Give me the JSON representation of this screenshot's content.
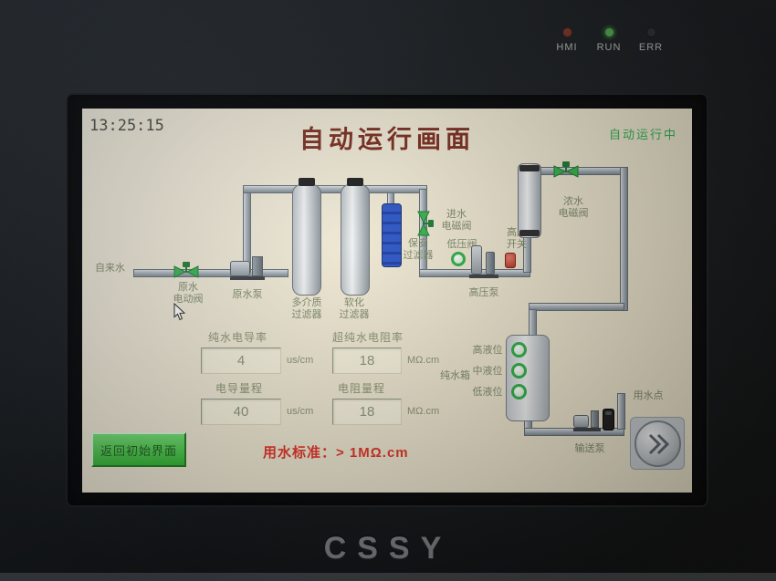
{
  "bezel": {
    "leds": [
      {
        "name": "hmi",
        "label": "HMI"
      },
      {
        "name": "run",
        "label": "RUN"
      },
      {
        "name": "err",
        "label": "ERR"
      }
    ],
    "brand": "CSSY"
  },
  "header": {
    "time": "13:25:15",
    "title": "自动运行画面",
    "status": "自动运行中"
  },
  "diagram": {
    "labels": {
      "tap_water": "自来水",
      "raw_valve": "原水\n电动阀",
      "raw_pump": "原水泵",
      "multimedia_filter": "多介质\n过滤器",
      "softening_filter": "软化\n过滤器",
      "security_filter": "保安\n过滤器",
      "inlet_solenoid_valve": "进水\n电磁阀",
      "low_pressure_valve": "低压阀",
      "high_pressure_switch": "高压\n开关",
      "high_pressure_pump": "高压泵",
      "concentrate_solenoid_valve": "浓水\n电磁阀",
      "pure_water_tank": "纯水箱",
      "level_high": "高液位",
      "level_mid": "中液位",
      "level_low": "低液位",
      "water_use_point": "用水点",
      "transfer_pump": "输送泵"
    }
  },
  "readings": {
    "conductivity": {
      "label": "纯水电导率",
      "value": "4",
      "unit": "us/cm"
    },
    "resistivity": {
      "label": "超纯水电阻率",
      "value": "18",
      "unit": "MΩ.cm"
    },
    "conductivity_range": {
      "label": "电导量程",
      "value": "40",
      "unit": "us/cm"
    },
    "resistance_range": {
      "label": "电阻量程",
      "value": "18",
      "unit": "MΩ.cm"
    }
  },
  "footer": {
    "back_button": "返回初始界面",
    "standard": "用水标准：> 1MΩ.cm"
  }
}
